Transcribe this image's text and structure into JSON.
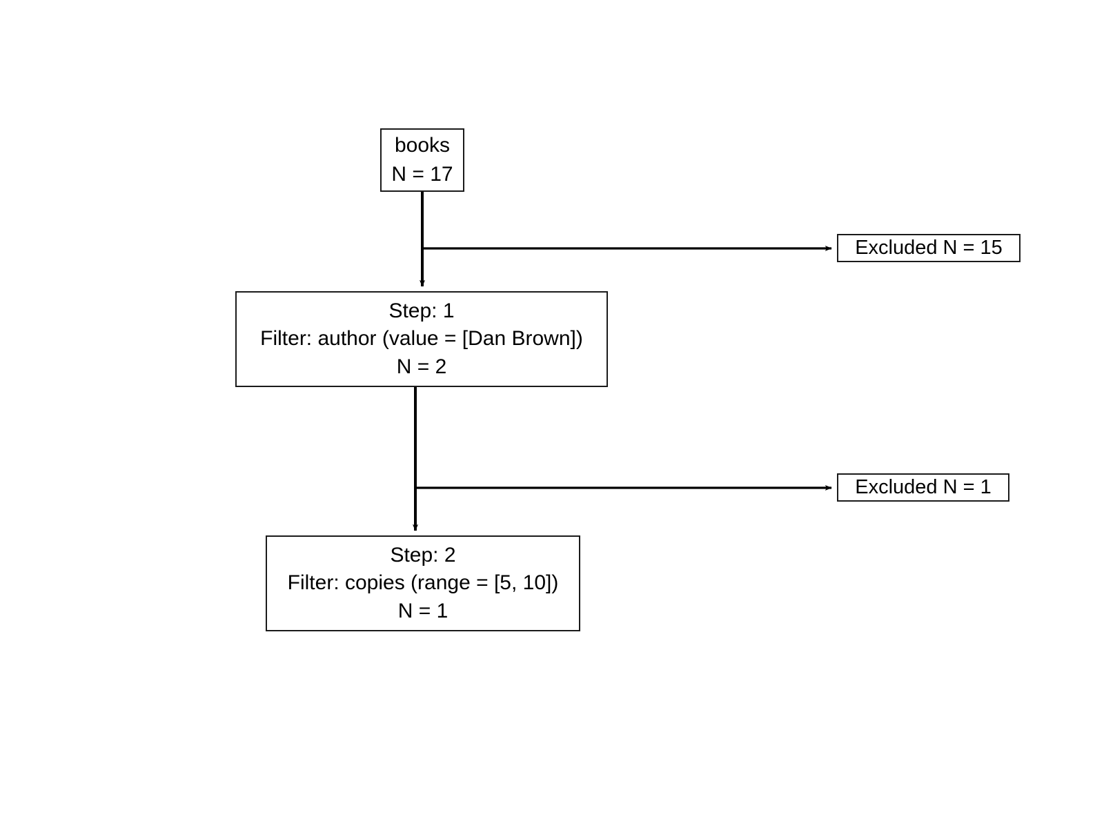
{
  "diagram": {
    "type": "filter-flow-diagram",
    "title": "",
    "background_color": "#ffffff",
    "stroke_color": "#1a1a1a",
    "text_color": "#000000",
    "nodes": {
      "source": {
        "label": "books",
        "count_label": "N = 17",
        "n": 17
      },
      "step_1": {
        "step_label": "Step: 1",
        "filter_label": "Filter: author (value = [Dan Brown])",
        "count_label": "N = 2",
        "step": 1,
        "field": "author",
        "operator": "value",
        "value": "[Dan Brown]",
        "n": 2
      },
      "step_2": {
        "step_label": "Step: 2",
        "filter_label": "Filter: copies (range = [5, 10])",
        "count_label": "N = 1",
        "step": 2,
        "field": "copies",
        "operator": "range",
        "value": "[5, 10]",
        "n": 1
      },
      "excluded_1": {
        "label": "Excluded N = 15",
        "n": 15
      },
      "excluded_2": {
        "label": "Excluded N = 1",
        "n": 1
      }
    },
    "edges": [
      {
        "from": "source",
        "to": "step_1",
        "kind": "main"
      },
      {
        "from": "source",
        "to": "excluded_1",
        "kind": "excluded"
      },
      {
        "from": "step_1",
        "to": "step_2",
        "kind": "main"
      },
      {
        "from": "step_1",
        "to": "excluded_2",
        "kind": "excluded"
      }
    ]
  }
}
